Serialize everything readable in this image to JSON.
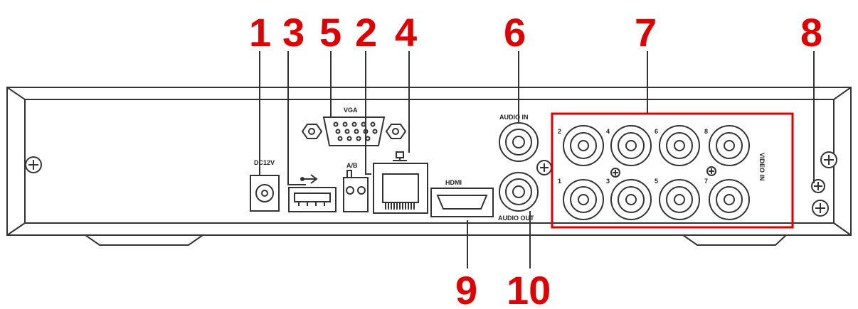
{
  "colors": {
    "callout": "#e00000",
    "outline": "#333333",
    "panel": "#ffffff"
  },
  "callouts": {
    "c1": "1",
    "c2": "2",
    "c3": "3",
    "c4": "4",
    "c5": "5",
    "c6": "6",
    "c7": "7",
    "c8": "8",
    "c9": "9",
    "c10": "10"
  },
  "port_labels": {
    "vga": "VGA",
    "dc": "DC12V",
    "rs485": "A/B",
    "hdmi": "HDMI",
    "audio_in": "AUDIO IN",
    "audio_out": "AUDIO OUT",
    "video_in": "VIDEO IN"
  },
  "bnc_numbers": {
    "n2": "2",
    "n4": "4",
    "n6": "6",
    "n8": "8",
    "n1": "1",
    "n3": "3",
    "n5": "5",
    "n7": "7"
  },
  "icons": [
    "usb-icon",
    "network-icon",
    "ground-icon",
    "screw-icon"
  ]
}
